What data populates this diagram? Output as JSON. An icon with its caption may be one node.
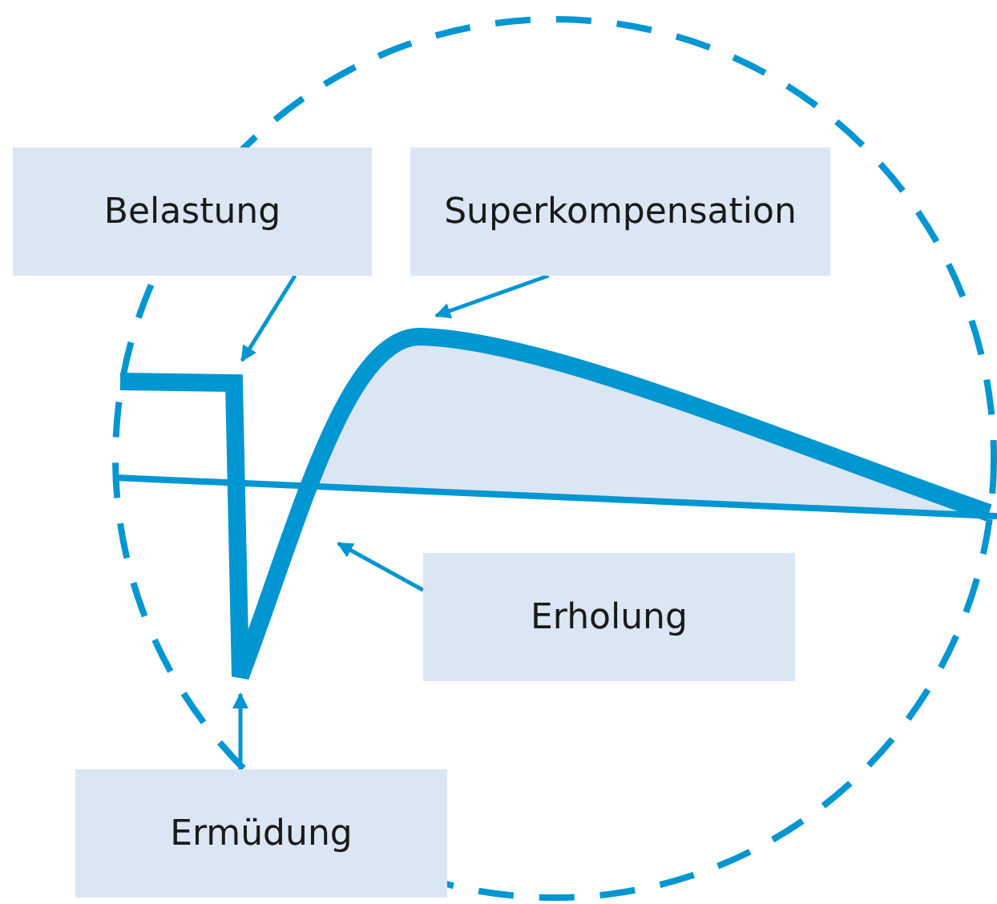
{
  "diagram": {
    "nodes": [
      {
        "text": [
          "Belastung"
        ]
      },
      {
        "text": [
          "Superkompensation"
        ]
      },
      {
        "text": [
          "Erholung"
        ]
      },
      {
        "text": [
          "Ermüdung"
        ]
      }
    ],
    "edges": [
      {
        "from": 0,
        "to": null,
        "arrow": "to"
      },
      {
        "from": 1,
        "to": null,
        "arrow": "to"
      },
      {
        "from": 2,
        "to": null,
        "arrow": "to"
      },
      {
        "from": 3,
        "to": null,
        "arrow": "to"
      }
    ]
  }
}
